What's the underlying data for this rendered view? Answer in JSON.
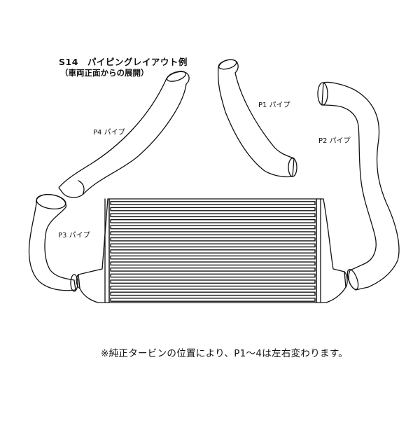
{
  "title": "S14　パイピングレイアウト例",
  "subtitle": "（車両正面からの展開）",
  "pipes": {
    "p1": "P1 パイプ",
    "p2": "P2 パイプ",
    "p3": "P3 パイプ",
    "p4": "P4 パイプ"
  },
  "note": "※純正タービンの位置により、P1～4は左右変わります。",
  "colors": {
    "line": "#111111",
    "background": "#ffffff"
  }
}
